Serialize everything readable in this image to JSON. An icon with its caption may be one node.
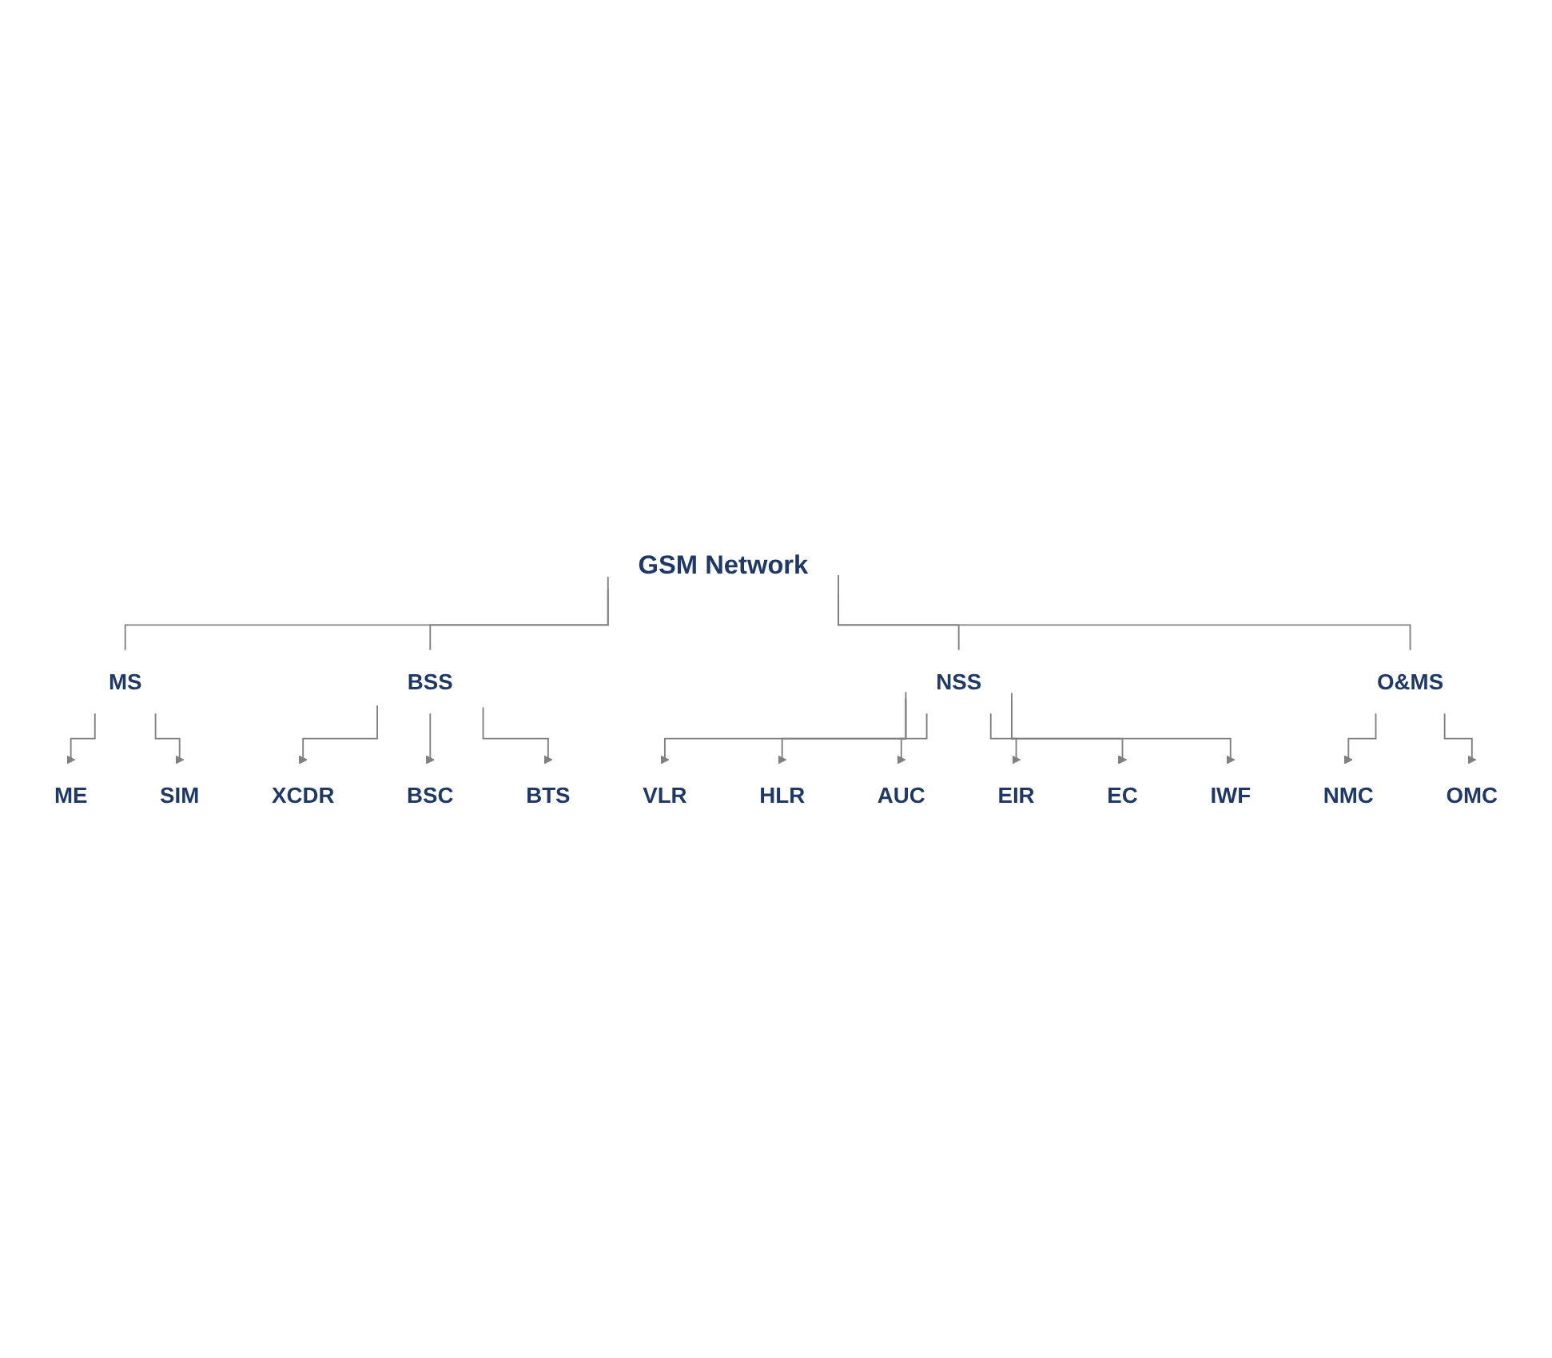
{
  "diagram": {
    "nodes": [
      {
        "text": [
          "GSM Network"
        ]
      },
      {
        "text": [
          "MS"
        ]
      },
      {
        "text": [
          "BSS"
        ]
      },
      {
        "text": [
          "NSS"
        ]
      },
      {
        "text": [
          "O&MS"
        ]
      },
      {
        "text": [
          "ME"
        ]
      },
      {
        "text": [
          "SIM"
        ]
      },
      {
        "text": [
          "XCDR"
        ]
      },
      {
        "text": [
          "BSC"
        ]
      },
      {
        "text": [
          "BTS"
        ]
      },
      {
        "text": [
          "VLR"
        ]
      },
      {
        "text": [
          "HLR"
        ]
      },
      {
        "text": [
          "AUC"
        ]
      },
      {
        "text": [
          "EIR"
        ]
      },
      {
        "text": [
          "EC"
        ]
      },
      {
        "text": [
          "IWF"
        ]
      },
      {
        "text": [
          "NMC"
        ]
      },
      {
        "text": [
          "OMC"
        ]
      }
    ],
    "edges": [
      {
        "from": 0,
        "to": 1,
        "arrow": "none"
      },
      {
        "from": 0,
        "to": 2,
        "arrow": "none"
      },
      {
        "from": 0,
        "to": 3,
        "arrow": "none"
      },
      {
        "from": 0,
        "to": 4,
        "arrow": "none"
      },
      {
        "from": 1,
        "to": 5,
        "arrow": "to"
      },
      {
        "from": 1,
        "to": 6,
        "arrow": "to"
      },
      {
        "from": 2,
        "to": 7,
        "arrow": "to"
      },
      {
        "from": 2,
        "to": 8,
        "arrow": "to"
      },
      {
        "from": 2,
        "to": 9,
        "arrow": "to"
      },
      {
        "from": 3,
        "to": 10,
        "arrow": "to"
      },
      {
        "from": 3,
        "to": 11,
        "arrow": "to"
      },
      {
        "from": 3,
        "to": 12,
        "arrow": "to"
      },
      {
        "from": 3,
        "to": 13,
        "arrow": "to"
      },
      {
        "from": 3,
        "to": 14,
        "arrow": "to"
      },
      {
        "from": 3,
        "to": 15,
        "arrow": "to"
      },
      {
        "from": 4,
        "to": 16,
        "arrow": "to"
      },
      {
        "from": 4,
        "to": 17,
        "arrow": "to"
      }
    ]
  }
}
